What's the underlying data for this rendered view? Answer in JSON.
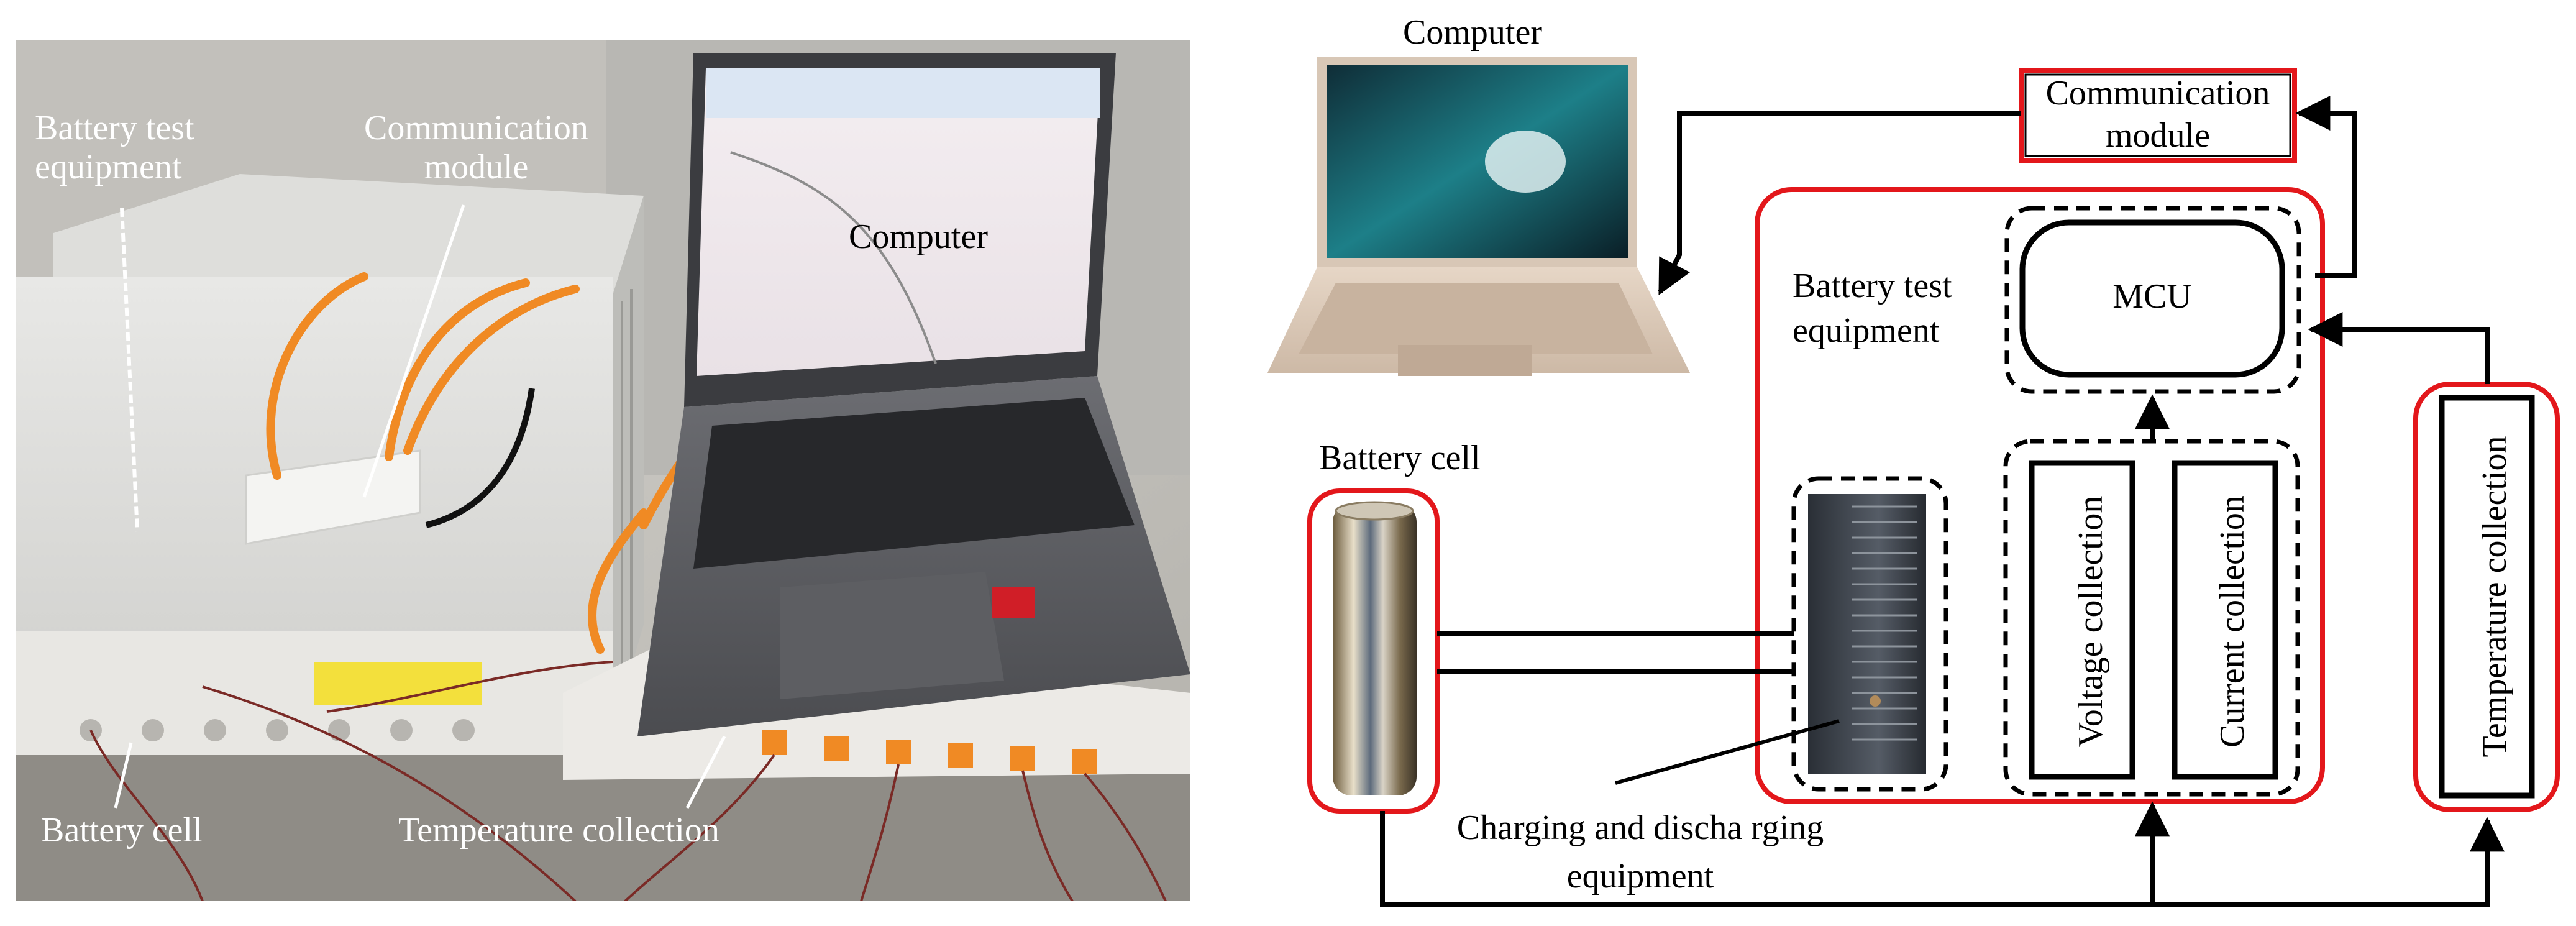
{
  "photo_labels": {
    "battery_test_equipment": [
      "Battery test",
      "equipment"
    ],
    "communication_module": [
      "Communication",
      "module"
    ],
    "computer": "Computer",
    "battery_cell": "Battery cell",
    "temperature_collection": "Temperature collection"
  },
  "diagram_labels": {
    "computer": "Computer",
    "communication_module": [
      "Communication",
      "module"
    ],
    "battery_test_equipment": [
      "Battery test",
      "equipment"
    ],
    "mcu": "MCU",
    "battery_cell": "Battery cell",
    "voltage_collection": "Voltage collection",
    "current_collection": "Current collection",
    "temperature_collection": "Temperature collection",
    "charging_equipment": [
      "Charging and discha rging",
      "equipment"
    ]
  },
  "colors": {
    "highlight_red": "#e3171b",
    "line_black": "#000000",
    "photo_wall": "#c9c7c1",
    "laptop_gray": "#5a5b5f",
    "cable_orange": "#f08a24"
  },
  "icons": {
    "laptop": "laptop-icon",
    "battery": "battery-cell-icon",
    "cabinet": "charging-cabinet-icon"
  }
}
